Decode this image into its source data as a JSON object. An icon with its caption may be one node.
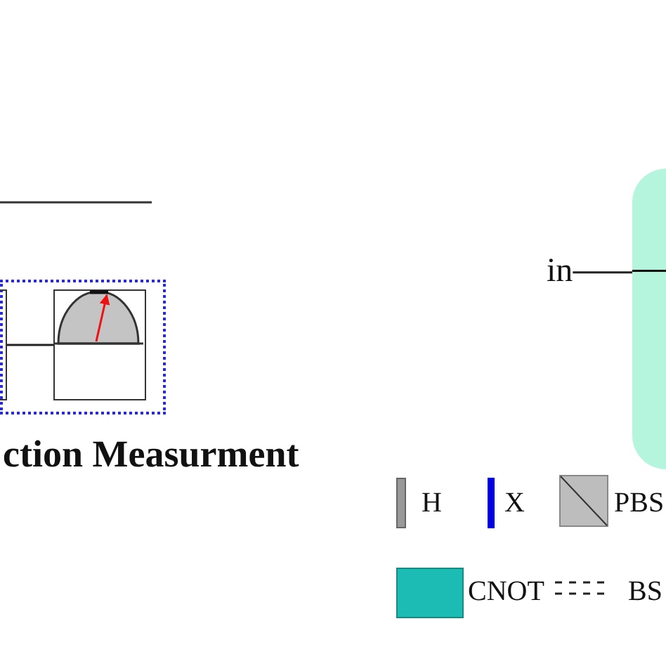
{
  "diagram": {
    "nodes": [
      {
        "text": [
          "ction Measurment"
        ]
      },
      {
        "text": [],
        "shape": "box",
        "in": 0
      },
      {
        "text": [],
        "shape": "meter",
        "in": 0
      },
      {
        "text": [
          "in"
        ]
      },
      {
        "text": [],
        "shape": "box"
      }
    ],
    "edges": [
      {
        "from": 1,
        "to": 2,
        "arrow": "none"
      },
      {
        "from": 3,
        "to": 4,
        "arrow": "none"
      }
    ],
    "legend": [
      {
        "text": "H",
        "color": "#999999"
      },
      {
        "text": "X",
        "color": "#0000dd"
      },
      {
        "text": "PBS"
      },
      {
        "text": "CNOT",
        "color": "#1cbcb4"
      },
      {
        "text": "BS"
      }
    ]
  }
}
